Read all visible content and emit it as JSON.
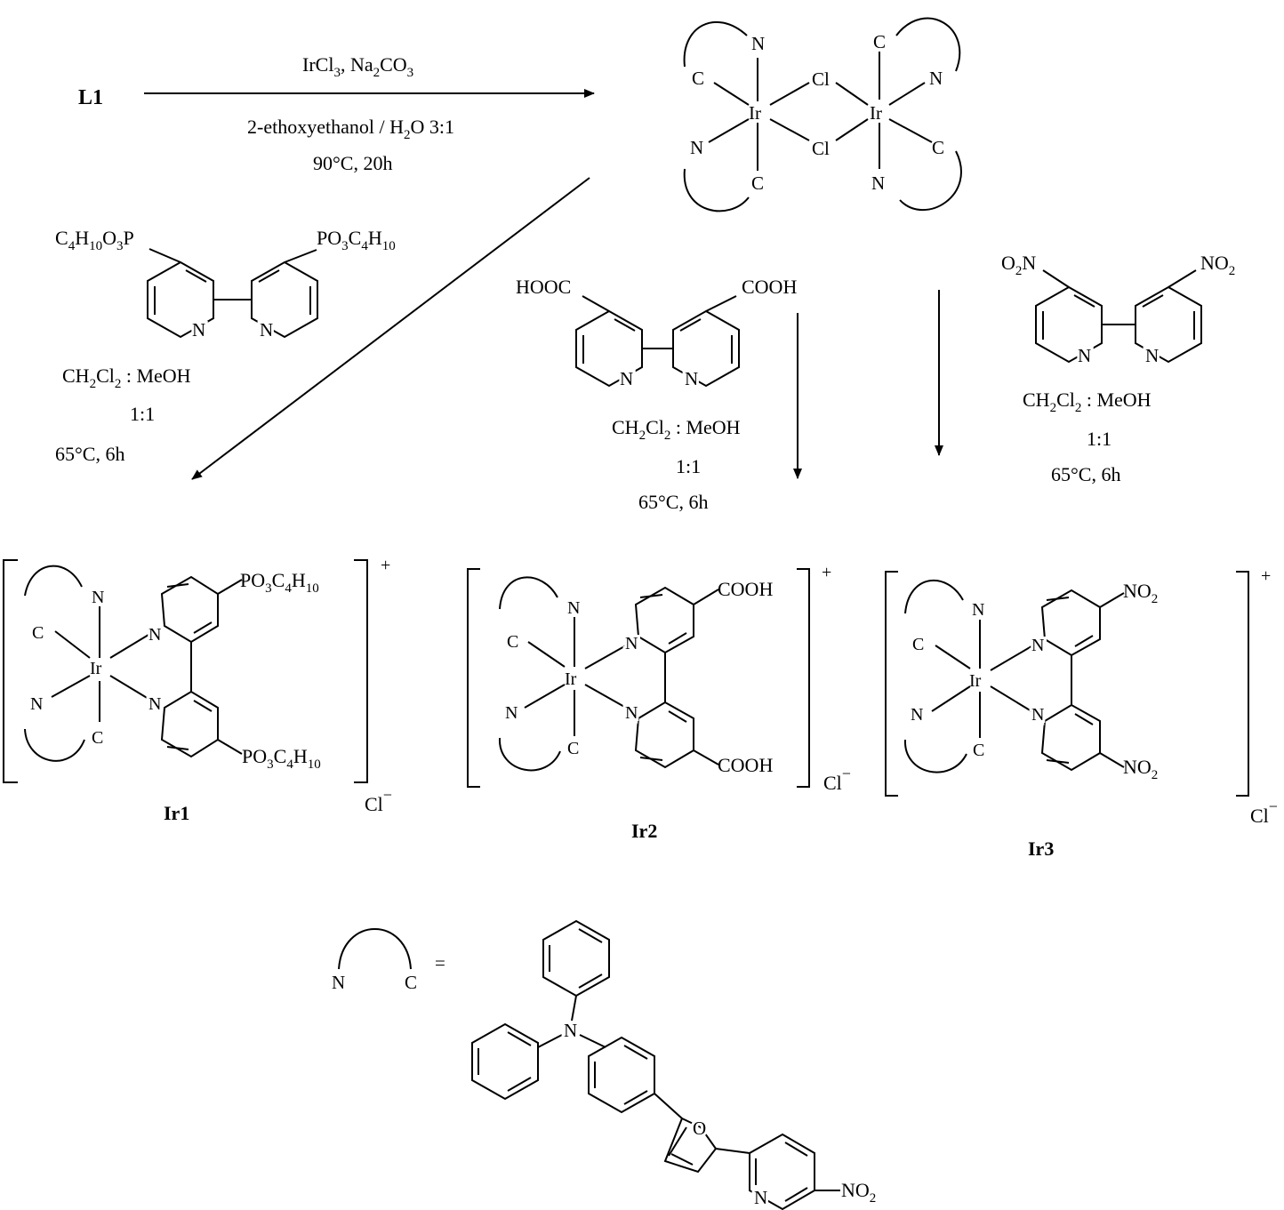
{
  "scheme": {
    "start": "L1",
    "step1_reagents": {
      "prefix": "IrCl",
      "sub1": "3",
      "mid": ", Na",
      "sub2": "2",
      "rest": "CO",
      "sub3": "3"
    },
    "step1_solvent": {
      "prefix": "2-ethoxyethanol / H",
      "sub": "2",
      "rest": "O 3:1"
    },
    "step1_temp": "90°C, 20h",
    "conditions": {
      "solvent": {
        "a": "CH",
        "s1": "2",
        "b": "Cl",
        "s2": "2",
        "c": " : MeOH"
      },
      "ratio": "1:1",
      "temp": "65°C, 6h"
    },
    "dimer": {
      "ir": "Ir",
      "cl": "Cl",
      "n": "N",
      "c": "C"
    },
    "ligands": {
      "phosphonate": {
        "a": "C",
        "s1": "4",
        "b": "H",
        "s2": "10",
        "c": "O",
        "s3": "3",
        "d": "P",
        "e": "PO",
        "s4": "3",
        "f": "C",
        "s5": "4",
        "g": "H",
        "s6": "10"
      },
      "carboxy_left": "HOOC",
      "carboxy_right": "COOH",
      "nitro": {
        "a": "O",
        "s1": "2",
        "b": "N",
        "c": "NO",
        "s2": "2"
      },
      "n_label": "N"
    },
    "products": [
      {
        "label": "Ir1",
        "charge": "+",
        "counter": "Cl",
        "counter_charge": "−"
      },
      {
        "label": "Ir2",
        "charge": "+",
        "counter": "Cl",
        "counter_charge": "−"
      },
      {
        "label": "Ir3",
        "charge": "+",
        "counter": "Cl",
        "counter_charge": "−"
      }
    ],
    "legend": {
      "n": "N",
      "c": "C",
      "equals": "=",
      "o": "O"
    }
  },
  "colors": {
    "ink": "#000000",
    "background": "#ffffff"
  }
}
